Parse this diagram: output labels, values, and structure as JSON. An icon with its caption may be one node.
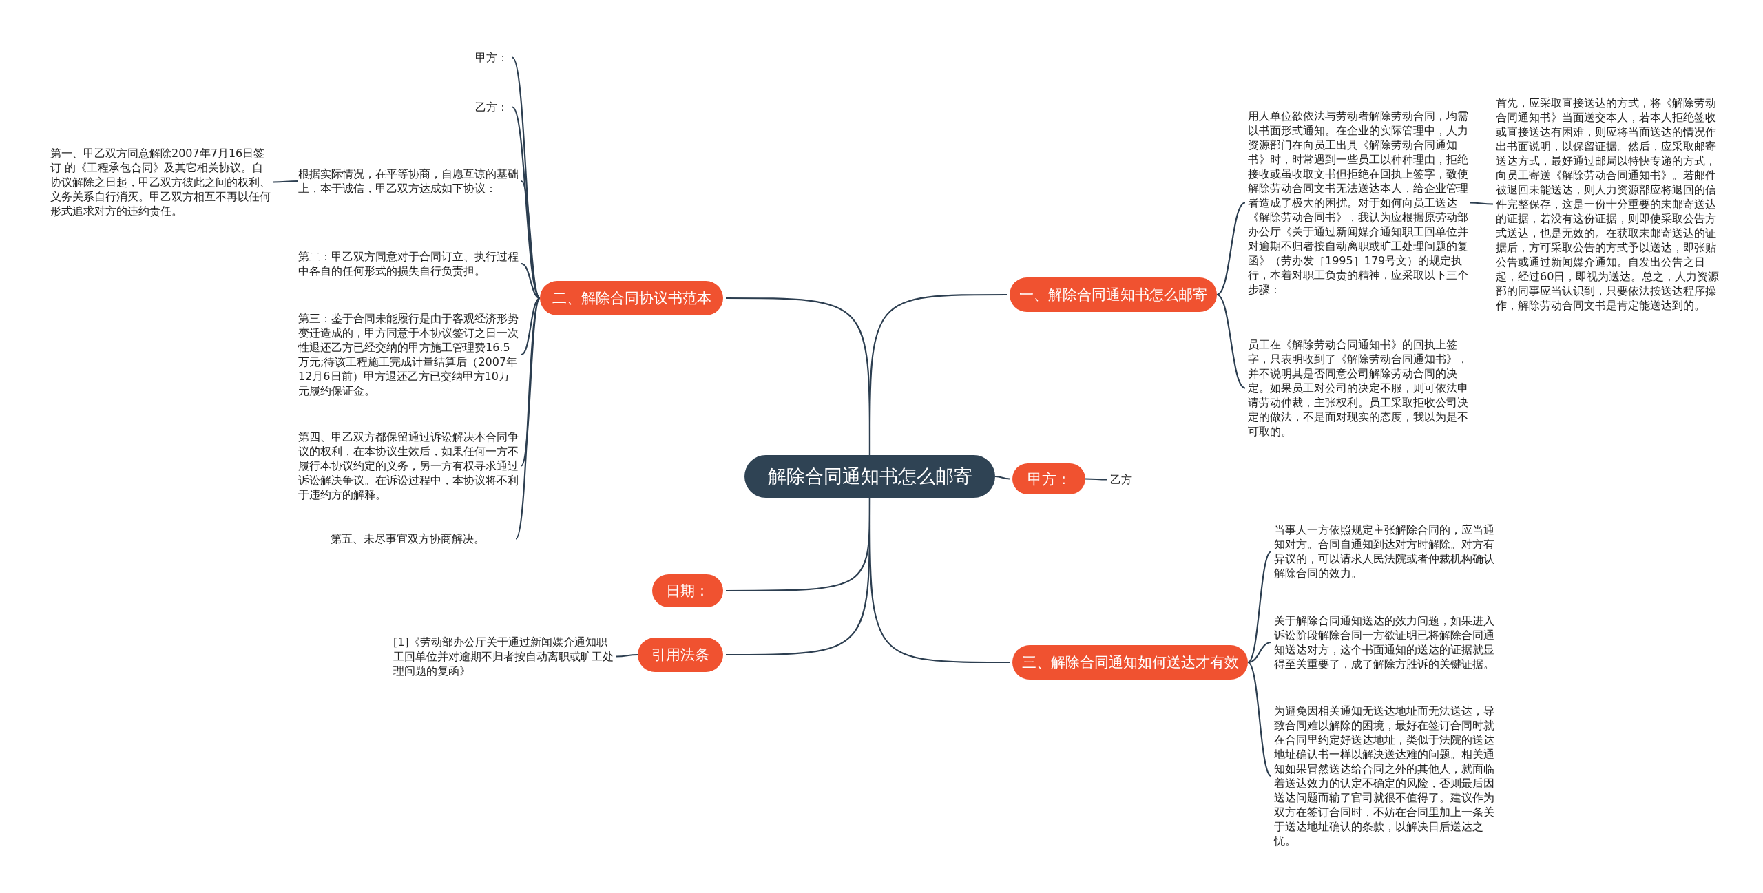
{
  "diagram": {
    "nodes": [
      {
        "text": [
          "解除合同通知书怎么邮寄"
        ]
      },
      {
        "text": [
          "一、解除合同通知书怎么邮寄"
        ]
      },
      {
        "text": [
          "用人单位欲依法与劳动者解除劳动合同，均需以书面形式通知。在企业的实际管理中，人力资源部门在向员工出具《解除劳动合同通知书》时，时常遇到一些员工以种种理由，拒绝接收或虽收取文书但拒绝在回执上签字，致使解除劳动合同文书无法送达本人，给企业管理者造成了极大的困扰。对于如何向员工送达《解除劳动合同书》，我认为应根据原劳动部办公厅《关于通过新闻媒介通知职工回单位并对逾期不归者按自动离职或旷工处理问题的复函》（劳办发［1995］179号文）的规定执行，本着对职工负责的精神，应采取以下三个步骤："
        ]
      },
      {
        "text": [
          "首先，应采取直接送达的方式，将《解除劳动合同通知书》当面送交本人，若本人拒绝签收或直接送达有困难，则应将当面送达的情况作出书面说明，以保留证据。然后，应采取邮寄送达方式，最好通过邮局以特快专递的方式，向员工寄送《解除劳动合同通知书》。若邮件被退回未能送达，则人力资源部应将退回的信件完整保存，这是一份十分重要的未邮寄送达的证据，若没有这份证据，则即使采取公告方式送达，也是无效的。在获取未邮寄送达的证据后，方可采取公告的方式予以送达，即张贴公告或通过新闻媒介通知。自发出公告之日起，经过60日，即视为送达。总之，人力资源部的同事应当认识到，只要依法按送达程序操作，解除劳动合同文书是肯定能送达到的。"
        ]
      },
      {
        "text": [
          "员工在《解除劳动合同通知书》的回执上签字，只表明收到了《解除劳动合同通知书》，并不说明其是否同意公司解除劳动合同的决定。如果员工对公司的决定不服，则可依法申请劳动仲裁，主张权利。员工采取拒收公司决定的做法，不是面对现实的态度，我以为是不可取的。"
        ]
      },
      {
        "text": [
          "甲方："
        ]
      },
      {
        "text": [
          "乙方"
        ]
      },
      {
        "text": [
          "三、解除合同通知如何送达才有效"
        ]
      },
      {
        "text": [
          "当事人一方依照规定主张解除合同的，应当通知对方。合同自通知到达对方时解除。对方有异议的，可以请求人民法院或者仲裁机构确认解除合同的效力。"
        ]
      },
      {
        "text": [
          "关于解除合同通知送达的效力问题，如果进入诉讼阶段解除合同一方欲证明已将解除合同通知送达对方，这个书面通知的送达的证据就显得至关重要了，成了解除方胜诉的关键证据。"
        ]
      },
      {
        "text": [
          "为避免因相关通知无送达地址而无法送达，导致合同难以解除的困境，最好在签订合同时就在合同里约定好送达地址，类似于法院的送达地址确认书一样以解决送达难的问题。相关通知如果冒然送达给合同之外的其他人，就面临着送达效力的认定不确定的风险，否则最后因送达问题而输了官司就很不值得了。建议作为双方在签订合同时，不妨在合同里加上一条关于送达地址确认的条款，以解决日后送达之忧。"
        ]
      },
      {
        "text": [
          "二、解除合同协议书范本"
        ]
      },
      {
        "text": [
          "甲方："
        ]
      },
      {
        "text": [
          "乙方："
        ]
      },
      {
        "text": [
          "根据实际情况，在平等协商，自愿互谅的基础上，本于诚信，甲乙双方达成如下协议："
        ]
      },
      {
        "text": [
          "第一、甲乙双方同意解除2007年7月16日签订 的《工程承包合同》及其它相关协议。自协议解除之日起，甲乙双方彼此之间的权利、义务关系自行消灭。甲乙双方相互不再以任何形式追求对方的违约责任。"
        ]
      },
      {
        "text": [
          "第二：甲乙双方同意对于合同订立、执行过程中各自的任何形式的损失自行负责担。"
        ]
      },
      {
        "text": [
          "第三：鉴于合同未能履行是由于客观经济形势变迁造成的，甲方同意于本协议签订之日一次性退还乙方已经交纳的甲方施工管理费16.5万元;待该工程施工完成计量结算后（2007年12月6日前）甲方退还乙方已交纳甲方10万元履约保证金。"
        ]
      },
      {
        "text": [
          "第四、甲乙双方都保留通过诉讼解决本合同争议的权利，在本协议生效后，如果任何一方不履行本协议约定的义务，另一方有权寻求通过诉讼解决争议。在诉讼过程中，本协议将不利于违约方的解释。"
        ]
      },
      {
        "text": [
          "第五、未尽事宜双方协商解决。"
        ]
      },
      {
        "text": [
          "日期："
        ]
      },
      {
        "text": [
          "引用法条"
        ]
      },
      {
        "text": [
          "[1]《劳动部办公厅关于通过新闻媒介通知职工回单位并对逾期不归者按自动离职或旷工处理问题的复函》"
        ]
      }
    ],
    "edges": [
      {
        "from": 0,
        "to": 1,
        "arrow": "none"
      },
      {
        "from": 0,
        "to": 5,
        "arrow": "none"
      },
      {
        "from": 0,
        "to": 7,
        "arrow": "none"
      },
      {
        "from": 0,
        "to": 11,
        "arrow": "none"
      },
      {
        "from": 0,
        "to": 20,
        "arrow": "none"
      },
      {
        "from": 0,
        "to": 21,
        "arrow": "none"
      },
      {
        "from": 1,
        "to": 2,
        "arrow": "none"
      },
      {
        "from": 1,
        "to": 4,
        "arrow": "none"
      },
      {
        "from": 2,
        "to": 3,
        "arrow": "none"
      },
      {
        "from": 5,
        "to": 6,
        "arrow": "none"
      },
      {
        "from": 7,
        "to": 8,
        "arrow": "none"
      },
      {
        "from": 7,
        "to": 9,
        "arrow": "none"
      },
      {
        "from": 7,
        "to": 10,
        "arrow": "none"
      },
      {
        "from": 11,
        "to": 12,
        "arrow": "none"
      },
      {
        "from": 11,
        "to": 13,
        "arrow": "none"
      },
      {
        "from": 11,
        "to": 14,
        "arrow": "none"
      },
      {
        "from": 11,
        "to": 16,
        "arrow": "none"
      },
      {
        "from": 11,
        "to": 17,
        "arrow": "none"
      },
      {
        "from": 11,
        "to": 18,
        "arrow": "none"
      },
      {
        "from": 11,
        "to": 19,
        "arrow": "none"
      },
      {
        "from": 14,
        "to": 15,
        "arrow": "none"
      },
      {
        "from": 21,
        "to": 22,
        "arrow": "none"
      }
    ]
  }
}
